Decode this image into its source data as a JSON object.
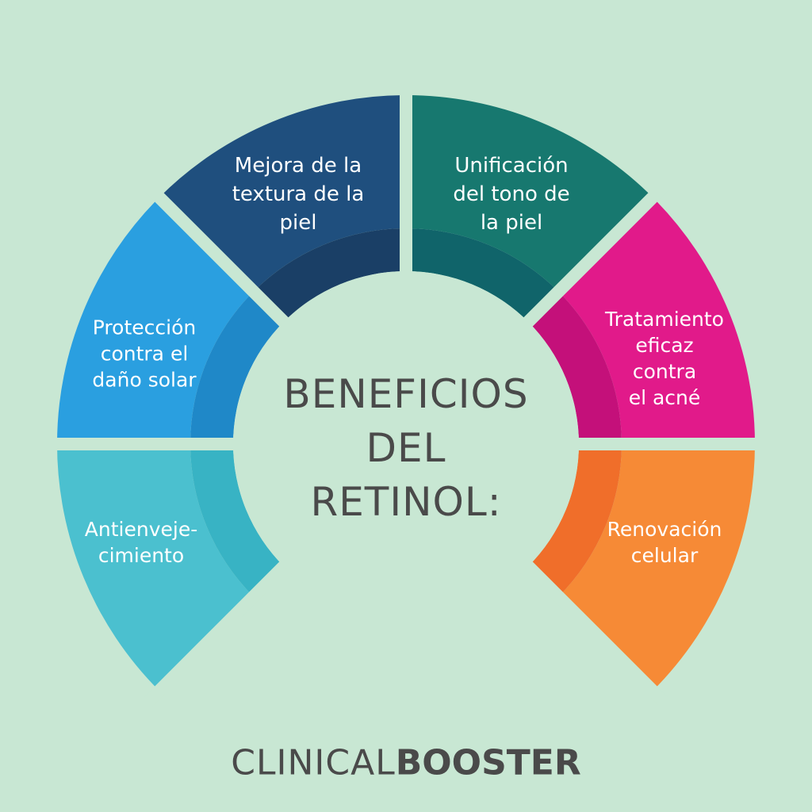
{
  "title": [
    "BENEFICIOS",
    "DEL",
    "RETINOL:"
  ],
  "segments": [
    {
      "id": "antienvejecimiento",
      "lines": [
        "Antienveje-",
        "cimiento"
      ],
      "color": "#4bc0cf",
      "band": "#38b3c4"
    },
    {
      "id": "proteccion-solar",
      "lines": [
        "Protección",
        "contra el",
        "daño solar"
      ],
      "color": "#2a9fe0",
      "band": "#1f88c8"
    },
    {
      "id": "textura-piel",
      "lines": [
        "Mejora de la",
        "textura de la",
        "piel"
      ],
      "color": "#1f4f7e",
      "band": "#1a3f66"
    },
    {
      "id": "tono-piel",
      "lines": [
        "Unificación",
        "del tono de",
        "la piel"
      ],
      "color": "#17786f",
      "band": "#10646a"
    },
    {
      "id": "acne",
      "lines": [
        "Tratamiento",
        "eficaz",
        "contra",
        "el acné"
      ],
      "color": "#e11a8a",
      "band": "#c4107a"
    },
    {
      "id": "renovacion-celular",
      "lines": [
        "Renovación",
        "celular"
      ],
      "color": "#f68a36",
      "band": "#f06e2a"
    }
  ],
  "logo": {
    "light": "CLINICAL",
    "bold": "BOOSTER"
  },
  "colors": {
    "background": "#c8e7d3",
    "text": "#4a4a4a"
  }
}
